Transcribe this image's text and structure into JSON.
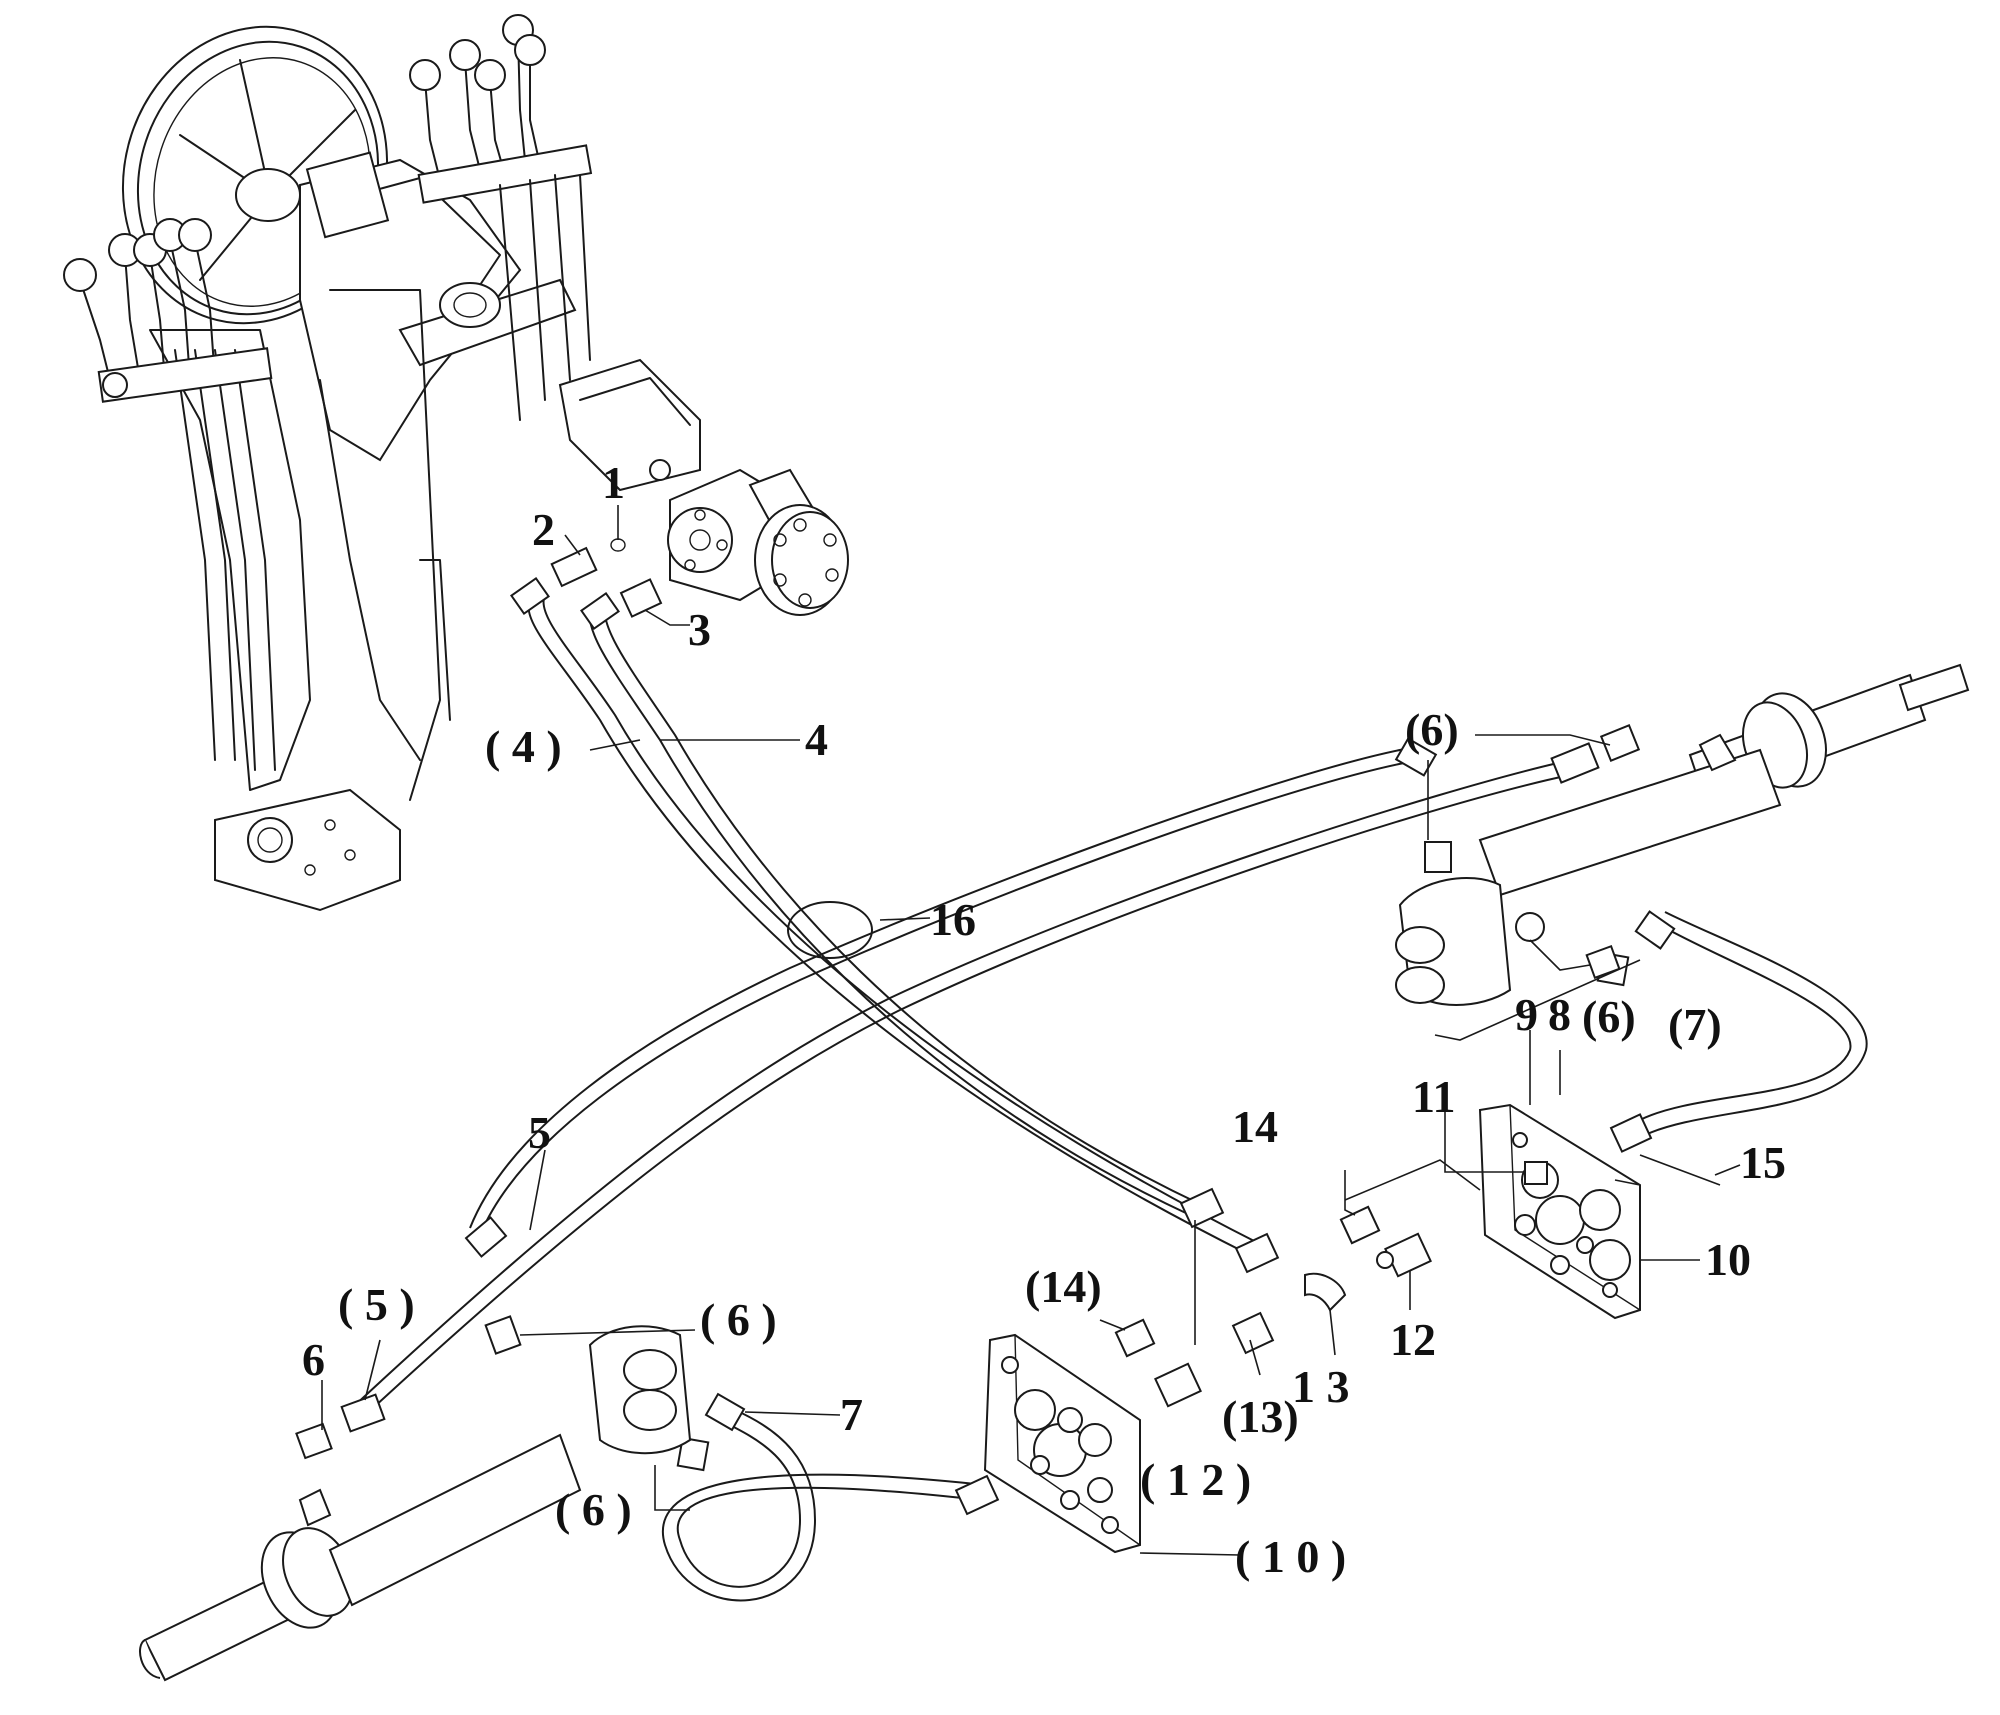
{
  "callouts": {
    "c1": "1",
    "c2": "2",
    "c3": "3",
    "c4": "4",
    "c4p": "( 4 )",
    "c16": "16",
    "c6a": "(6)",
    "c9": "9",
    "c8": "8",
    "c6b": "(6)",
    "c7p": "(7)",
    "c11": "11",
    "c14": "14",
    "c15": "15",
    "c10": "10",
    "c12": "12",
    "c13": "1 3",
    "c5": "5",
    "c5p": "( 5 )",
    "c6c": "6",
    "c6d": "( 6 )",
    "c14p": "(14)",
    "c7": "7",
    "c13p": "(13)",
    "c12p": "( 1 2 )",
    "c6e": "( 6 )",
    "c10p": "( 1 0 )"
  },
  "colors": {
    "line": "#1a1a1a",
    "background": "#ffffff"
  }
}
